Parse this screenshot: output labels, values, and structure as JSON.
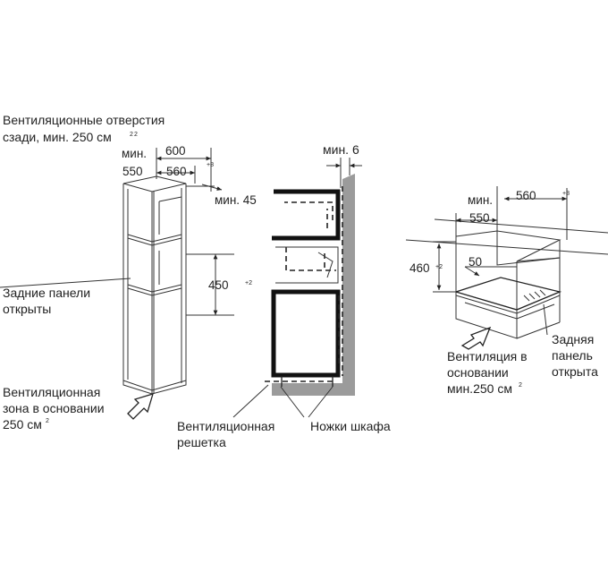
{
  "labels": {
    "vent_rear_line1": "Вентиляционные отверстия",
    "vent_rear_line2": "сзади, мин. 250 см",
    "vent_rear_sup": "2",
    "min_label_left": "мин.",
    "dim_600": "600",
    "dim_550_left": "550",
    "dim_560_left": "560",
    "tol_plus8_left": "+8",
    "min45": "мин. 45",
    "dim_450": "450",
    "tol_plus2_450": "+2",
    "rear_panels_line1": "Задние панели",
    "rear_panels_line2": "открыты",
    "vent_base_line1": "Вентиляционная",
    "vent_base_line2": "зона в основании",
    "vent_base_line3": "250 см",
    "vent_base_sup": "2",
    "min6": "мин. 6",
    "grille_line1": "Вентиляционная",
    "grille_line2": "решетка",
    "cabinet_legs": "Ножки шкафа",
    "min_label_right": "мин.",
    "dim_550_right": "550",
    "dim_560_right": "560",
    "tol_plus8_right": "+8",
    "dim_460": "460",
    "tol_plus2_460": "+2",
    "dim_50": "50",
    "vent_right_line1": "Вентиляция в",
    "vent_right_line2": "основании",
    "vent_right_line3": "мин.250 см",
    "vent_right_sup": "2",
    "rear_panel_open_line1": "Задняя",
    "rear_panel_open_line2": "панель",
    "rear_panel_open_line3": "открыта"
  },
  "colors": {
    "wall": "#9b9b9b",
    "line": "#222222",
    "background": "#ffffff"
  },
  "icons": {
    "arrow_left": "hollow-arrow-up-right",
    "arrow_right": "hollow-arrow-up-right"
  }
}
